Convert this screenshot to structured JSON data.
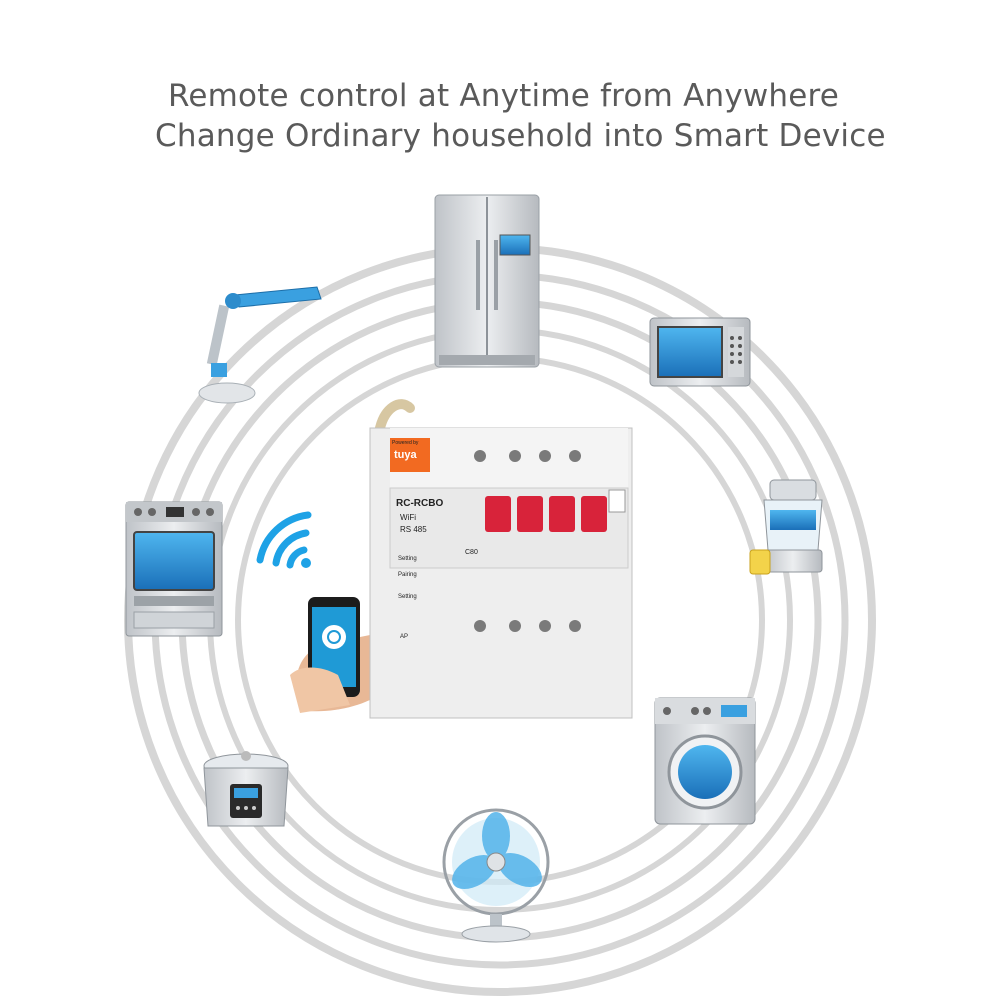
{
  "headline": {
    "line1": "Remote control at Anytime from Anywhere",
    "line2": "Change Ordinary household into Smart Device"
  },
  "breaker": {
    "powered_by": "Powered by",
    "brand": "tuya",
    "model": "RC-RCBO",
    "wifi_label": "WiFi",
    "protocol": "RS 485",
    "setting_label": "Setting",
    "pairing_label": "Pairing",
    "ap_label": "AP",
    "rating": "C80"
  },
  "colors": {
    "ring": "#d6d6d6",
    "breaker_red": "#d8233a",
    "wifi_blue": "#1ea2e6",
    "screen_blue": "#1f7fc9",
    "brand_orange": "#f26a21"
  },
  "icons": [
    "refrigerator-icon",
    "desk-lamp-icon",
    "microwave-icon",
    "oven-icon",
    "juicer-icon",
    "wifi-icon",
    "smartphone-icon",
    "rice-cooker-icon",
    "fan-icon",
    "washing-machine-icon",
    "circuit-breaker-icon"
  ]
}
